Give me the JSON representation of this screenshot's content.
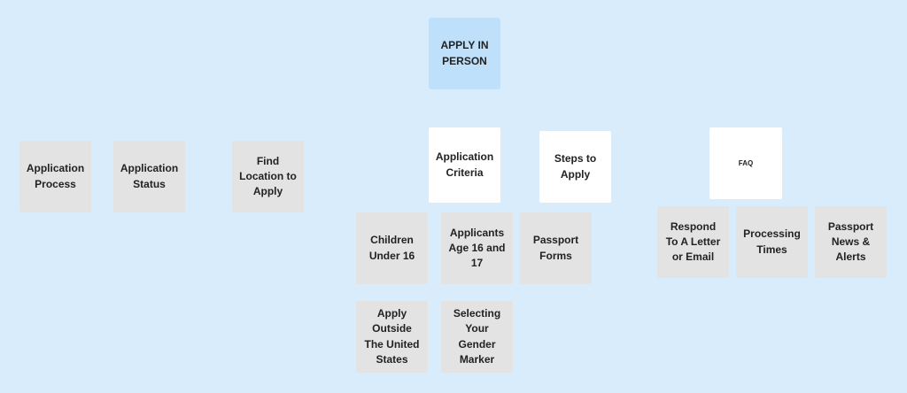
{
  "colors": {
    "background": "#d9ecfb",
    "root_card": "#bee0fa",
    "section_card": "#ffffff",
    "leaf_card": "#e3e3e3",
    "text": "#222222"
  },
  "root": {
    "label": "APPLY IN PERSON"
  },
  "sections": {
    "application_criteria": "Application Criteria",
    "steps_to_apply": "Steps to Apply",
    "faq": "FAQ"
  },
  "standalone": {
    "application_process": "Application Process",
    "application_status": "Application Status",
    "find_location": "Find Location to Apply"
  },
  "criteria_items": {
    "children_under_16": "Children Under 16",
    "applicants_16_17": "Applicants Age 16 and 17",
    "apply_outside_us": "Apply Outside The United States",
    "selecting_gender_marker": "Selecting Your Gender Marker"
  },
  "steps_items": {
    "passport_forms": "Passport Forms"
  },
  "faq_items": {
    "respond_to_letter": "Respond To A Letter or Email",
    "processing_times": "Processing Times",
    "passport_news": "Passport News & Alerts"
  }
}
